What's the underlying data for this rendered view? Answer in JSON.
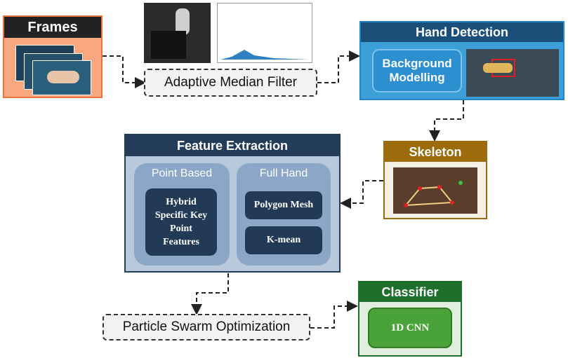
{
  "frames": {
    "title": "Frames"
  },
  "filter": {
    "label": "Adaptive Median Filter"
  },
  "hand_detection": {
    "title": "Hand Detection",
    "bg_model": "Background\nModelling"
  },
  "skeleton": {
    "title": "Skeleton"
  },
  "feature_extraction": {
    "title": "Feature Extraction",
    "point_based": {
      "title": "Point Based",
      "item": "Hybrid\nSpecific Key\nPoint\nFeatures"
    },
    "full_hand": {
      "title": "Full Hand",
      "items": [
        "Polygon Mesh",
        "K-mean"
      ]
    }
  },
  "pso": {
    "label": "Particle Swarm Optimization"
  },
  "classifier": {
    "title": "Classifier",
    "model": "1D CNN"
  },
  "colors": {
    "frames_bg": "#f8a77f",
    "frames_border": "#e8743b",
    "hand_header": "#1b4f7a",
    "hand_body": "#3d9fd8",
    "hand_border": "#1f86c9",
    "skeleton_header": "#9c6b0b",
    "skeleton_body": "#f5f0e6",
    "feature_header": "#233c5a",
    "feature_body": "#b9c9dc",
    "feature_panel": "#8ba6c6",
    "feature_item": "#223a55",
    "classifier_header": "#1f6f2c",
    "classifier_body": "#4aa33a"
  }
}
